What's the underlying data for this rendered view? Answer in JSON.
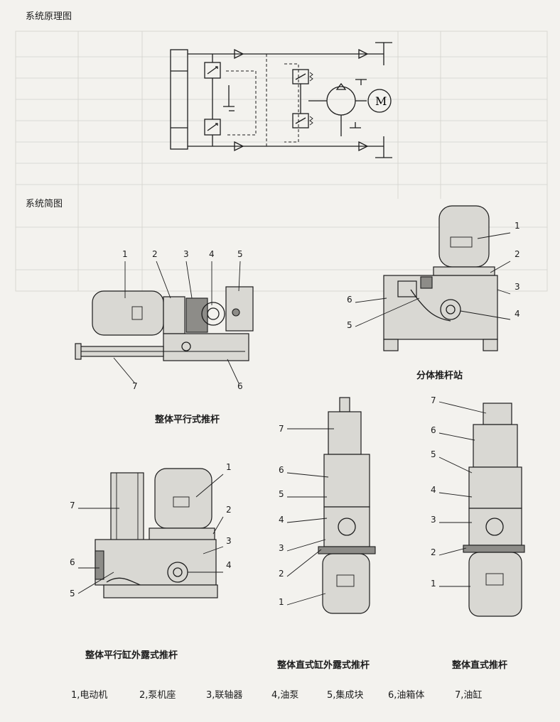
{
  "sections": {
    "schematic_title": "系统原理图",
    "overview_title": "系统简图"
  },
  "motor_symbol": "M",
  "captions": {
    "horizontal": "整体平行式推杆",
    "split_station": "分体推杆站",
    "horizontal_exposed": "整体平行缸外露式推杆",
    "vertical_exposed": "整体直式缸外露式推杆",
    "vertical": "整体直式推杆"
  },
  "callout_numbers": [
    "1",
    "2",
    "3",
    "4",
    "5",
    "6",
    "7"
  ],
  "legend": [
    "1,电动机",
    "2,泵机座",
    "3,联轴器",
    "4,油泵",
    "5,集成块",
    "6,油箱体",
    "7,油缸"
  ]
}
